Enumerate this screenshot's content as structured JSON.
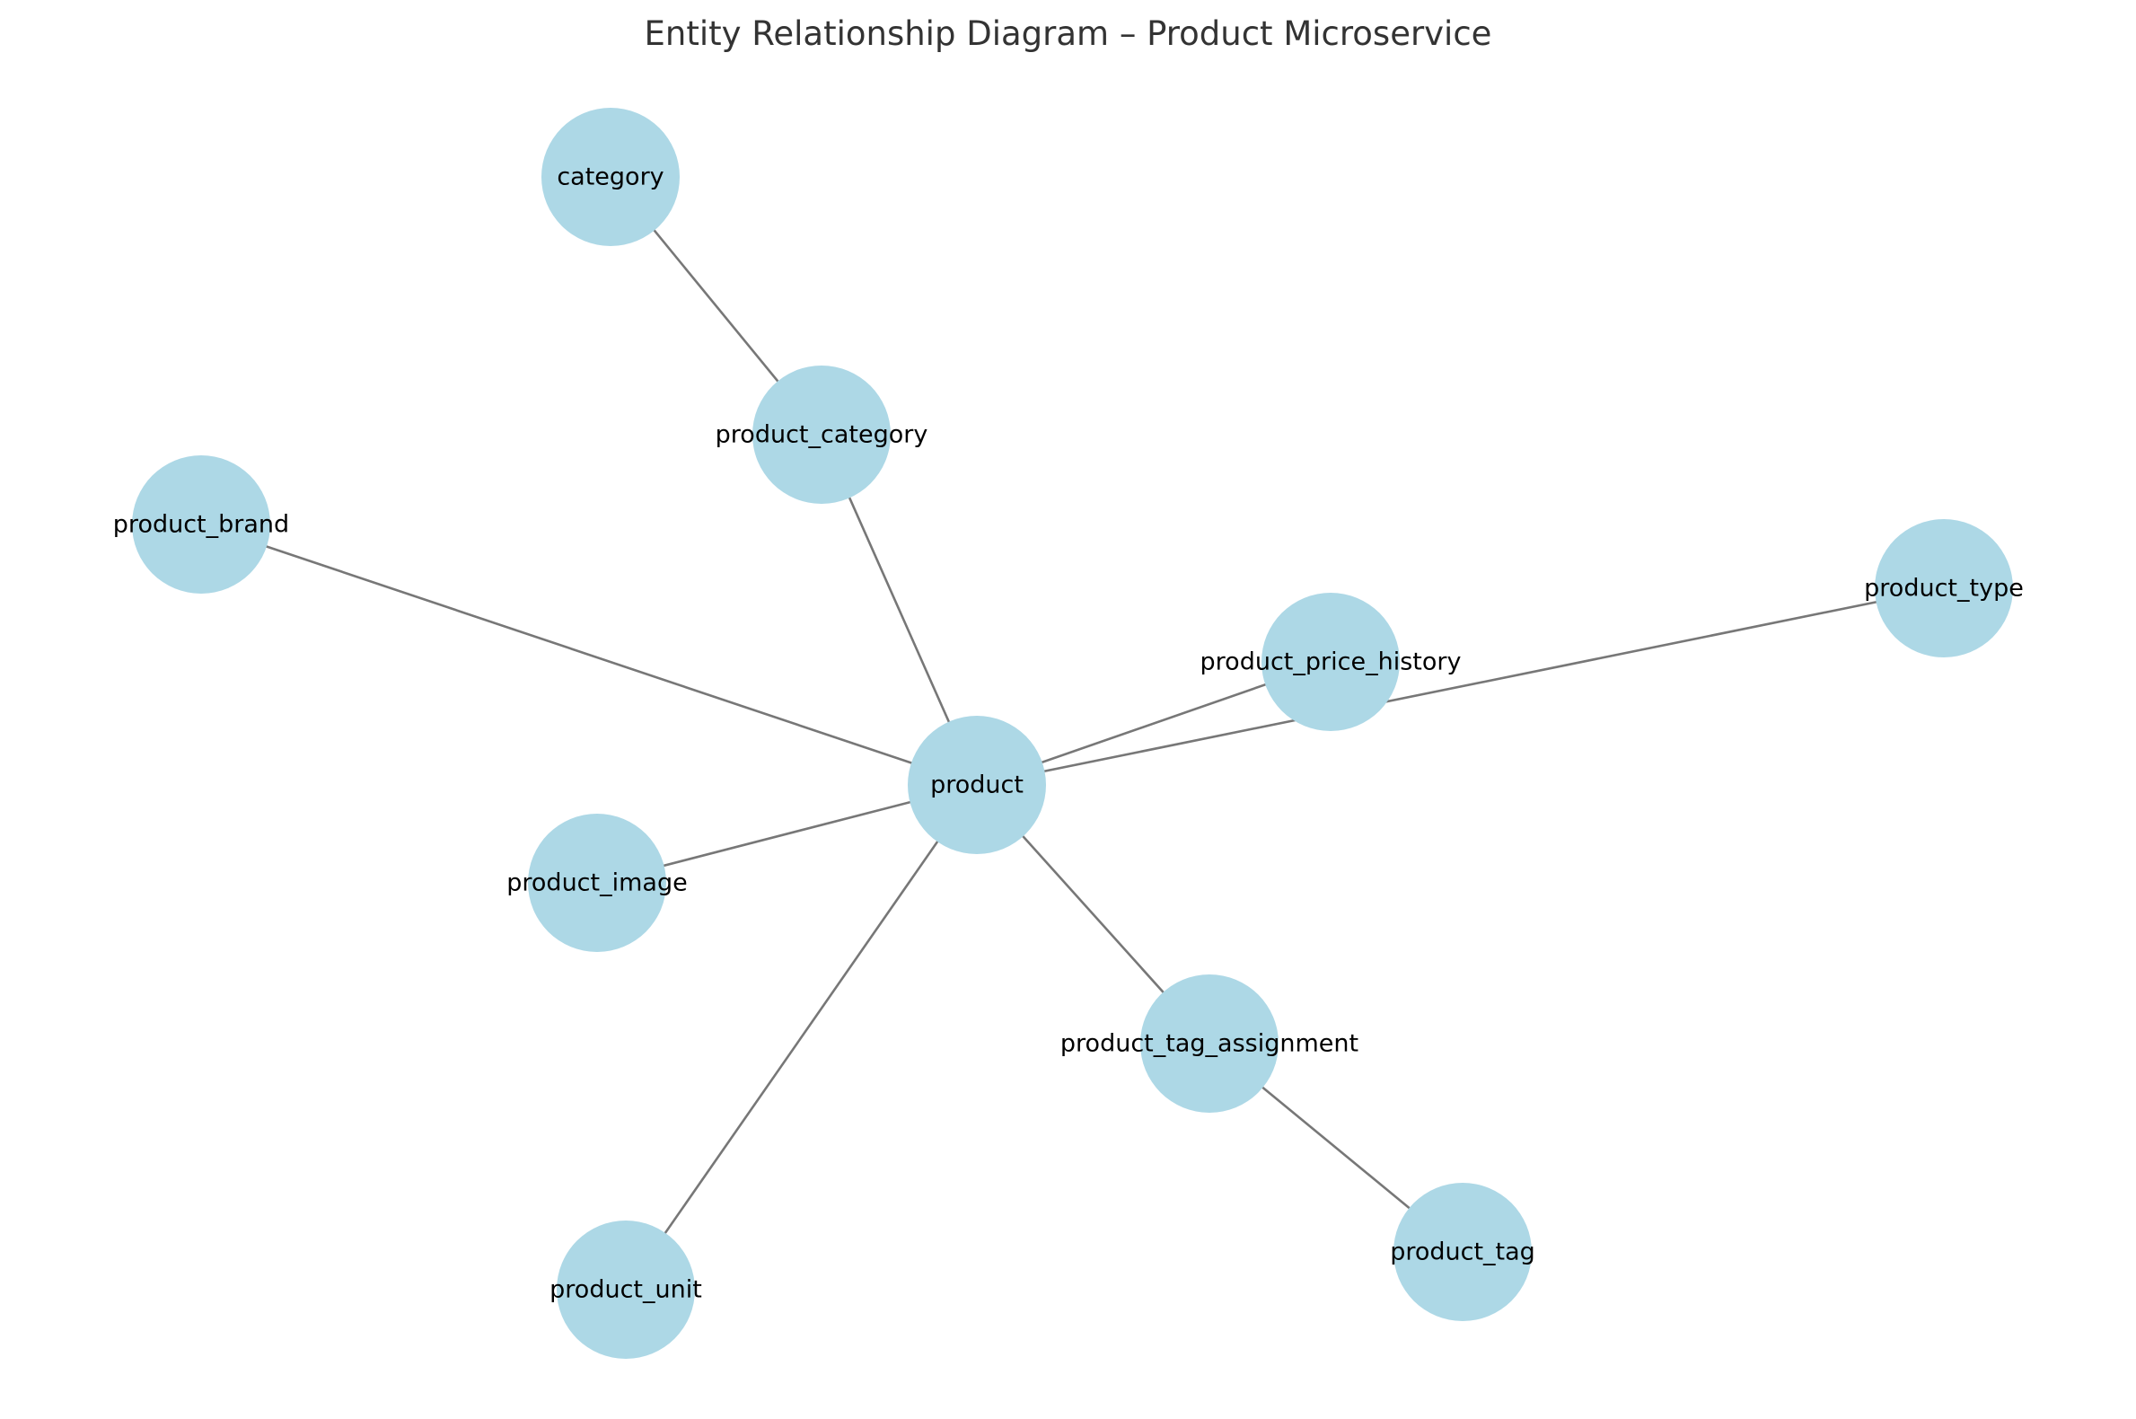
{
  "title": "Entity Relationship Diagram – Product Microservice",
  "colors": {
    "node_fill": "#ADD8E6",
    "edge": "#777777",
    "label": "#000000",
    "title": "#333333"
  },
  "nodes": [
    {
      "id": "category",
      "label": "category"
    },
    {
      "id": "product_category",
      "label": "product_category"
    },
    {
      "id": "product_brand",
      "label": "product_brand"
    },
    {
      "id": "product_type",
      "label": "product_type"
    },
    {
      "id": "product_price_history",
      "label": "product_price_history"
    },
    {
      "id": "product",
      "label": "product"
    },
    {
      "id": "product_image",
      "label": "product_image"
    },
    {
      "id": "product_tag_assignment",
      "label": "product_tag_assignment"
    },
    {
      "id": "product_tag",
      "label": "product_tag"
    },
    {
      "id": "product_unit",
      "label": "product_unit"
    }
  ],
  "edges": [
    {
      "source": "category",
      "target": "product_category"
    },
    {
      "source": "product_category",
      "target": "product"
    },
    {
      "source": "product_brand",
      "target": "product"
    },
    {
      "source": "product",
      "target": "product_type"
    },
    {
      "source": "product",
      "target": "product_price_history"
    },
    {
      "source": "product",
      "target": "product_image"
    },
    {
      "source": "product",
      "target": "product_tag_assignment"
    },
    {
      "source": "product_tag_assignment",
      "target": "product_tag"
    },
    {
      "source": "product",
      "target": "product_unit"
    }
  ]
}
